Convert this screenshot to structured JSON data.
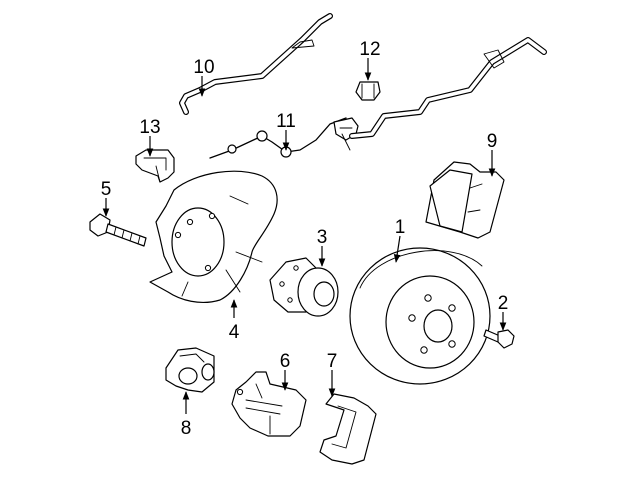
{
  "diagram": {
    "callouts": [
      {
        "id": "c1",
        "number": "1"
      },
      {
        "id": "c2",
        "number": "2"
      },
      {
        "id": "c3",
        "number": "3"
      },
      {
        "id": "c4",
        "number": "4"
      },
      {
        "id": "c5",
        "number": "5"
      },
      {
        "id": "c6",
        "number": "6"
      },
      {
        "id": "c7",
        "number": "7"
      },
      {
        "id": "c8",
        "number": "8"
      },
      {
        "id": "c9",
        "number": "9"
      },
      {
        "id": "c10",
        "number": "10"
      },
      {
        "id": "c11",
        "number": "11"
      },
      {
        "id": "c12",
        "number": "12"
      },
      {
        "id": "c13",
        "number": "13"
      }
    ]
  }
}
